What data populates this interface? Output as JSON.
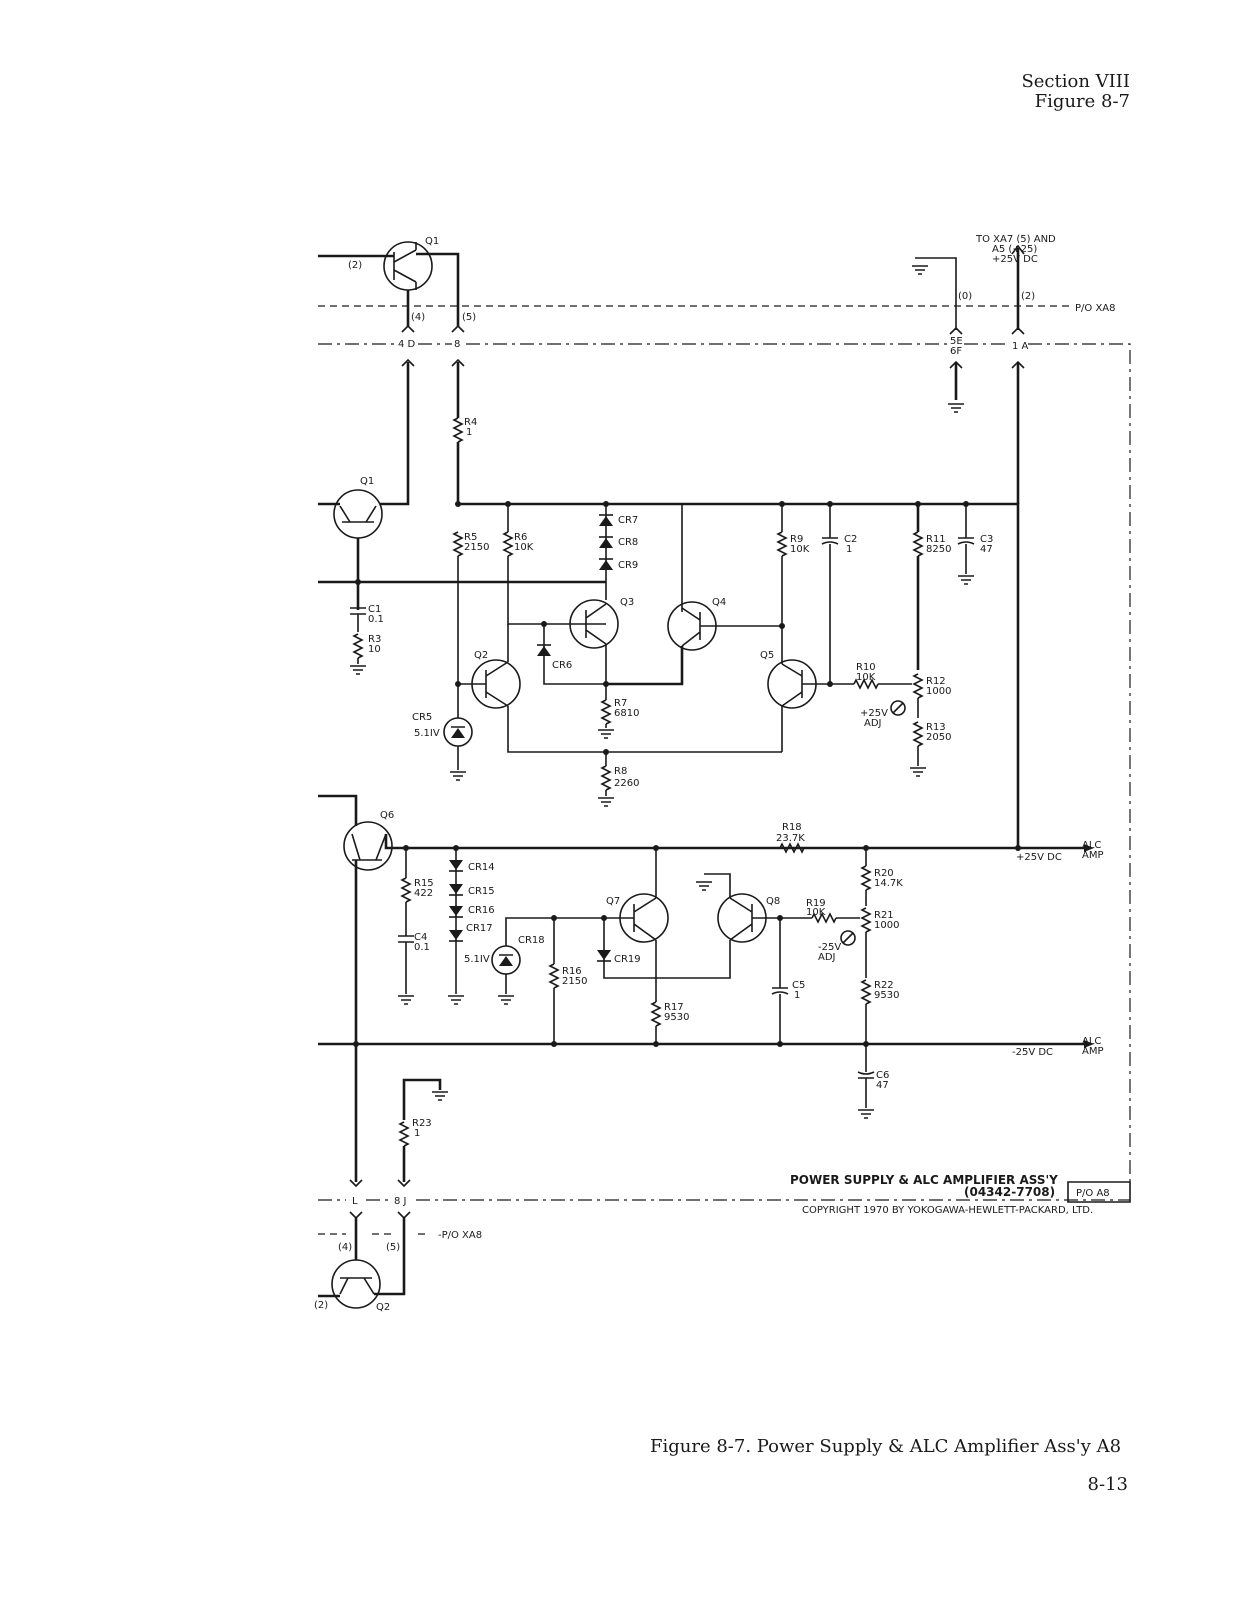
{
  "header": {
    "section": "Section VIII",
    "figure": "Figure 8-7"
  },
  "caption": "Figure 8-7.  Power Supply & ALC Amplifier Ass'y A8",
  "page_number": "8-13",
  "title_block": {
    "title": "POWER SUPPLY & ALC AMPLIFIER ASS'Y",
    "part_number": "(04342-7708)",
    "ref": "P/O A8",
    "copyright": "COPYRIGHT 1970 BY YOKOGAWA-HEWLETT-PACKARD, LTD."
  },
  "notes": {
    "to_xa7_1": "TO XA7 (5) AND",
    "to_xa7_2": "A5 (+25)",
    "to_xa7_3": "+25V DC",
    "po_xa8_top": "P/O XA8",
    "po_xa8_bottom": "-P/O XA8"
  },
  "outputs": {
    "alc_pos_net": "+25V DC",
    "alc_pos_1": "ALC",
    "alc_pos_2": "AMP",
    "alc_neg_net": "-25V DC",
    "alc_neg_1": "ALC",
    "alc_neg_2": "AMP"
  },
  "pins": {
    "p2_q1": "(2)",
    "p4": "(4)",
    "p5": "(5)",
    "c4d": "4 D",
    "c8": "8",
    "p0": "(0)",
    "p2r": "(2)",
    "c5e": "5E",
    "c6f": "6F",
    "c1a": "1 A",
    "cL": "L",
    "c8j": "8  J",
    "p4b": "(4)",
    "p5b": "(5)",
    "p2b": "(2)"
  },
  "components": {
    "q1_top": "Q1",
    "q1_mid": "Q1",
    "q2": "Q2",
    "q3": "Q3",
    "q4": "Q4",
    "q5": "Q5",
    "q6": "Q6",
    "q7": "Q7",
    "q8": "Q8",
    "q2_bot": "Q2",
    "r4": "R4",
    "r4v": "1",
    "r5": "R5",
    "r5v": "2150",
    "r6": "R6",
    "r6v": "10K",
    "r7": "R7",
    "r7v": "6810",
    "r8": "R8",
    "r8v": "2260",
    "r9": "R9",
    "r9v": "10K",
    "r10": "R10",
    "r10v": "10K",
    "r11": "R11",
    "r11v": "8250",
    "r12": "R12",
    "r12v": "1000",
    "r13": "R13",
    "r13v": "2050",
    "r15": "R15",
    "r15v": "422",
    "r16": "R16",
    "r16v": "2150",
    "r17": "R17",
    "r17v": "9530",
    "r18": "R18",
    "r18v": "23.7K",
    "r19": "R19",
    "r19v": "10K",
    "r20": "R20",
    "r20v": "14.7K",
    "r21": "R21",
    "r21v": "1000",
    "r22": "R22",
    "r22v": "9530",
    "r23": "R23",
    "r23v": "1",
    "r3": "R3",
    "r3v": "10",
    "c1": "C1",
    "c1v": "0.1",
    "c2": "C2",
    "c2v": "1",
    "c3": "C3",
    "c3v": "47",
    "c4": "C4",
    "c4v": "0.1",
    "c5": "C5",
    "c5v": "1",
    "c6": "C6",
    "c6v": "47",
    "cr5": "CR5",
    "cr5v": "5.1IV",
    "cr6": "CR6",
    "cr7": "CR7",
    "cr8": "CR8",
    "cr9": "CR9",
    "cr14": "CR14",
    "cr15": "CR15",
    "cr16": "CR16",
    "cr17": "CR17",
    "cr18": "CR18",
    "cr18v": "5.1IV",
    "cr19": "CR19",
    "adj_pos_1": "+25V",
    "adj_pos_2": "ADJ",
    "adj_neg_1": "-25V",
    "adj_neg_2": "ADJ"
  }
}
